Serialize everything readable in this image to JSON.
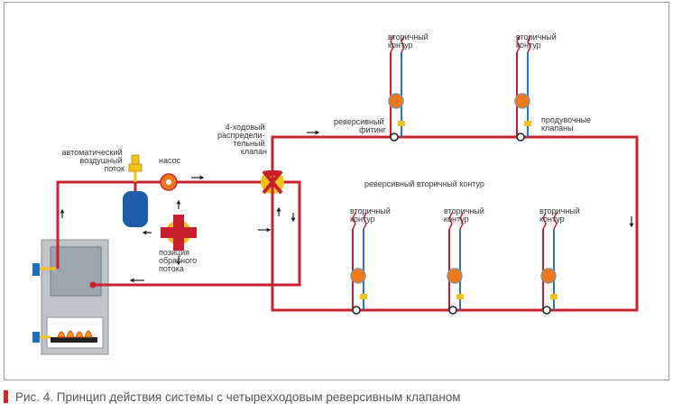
{
  "colors": {
    "supply_pipe": "#c8202f",
    "return_pipe": "#2c73bd",
    "boiler_body": "#c0c4c9",
    "boiler_tank": "#9fa5ac",
    "expansion_tank": "#1e5ba8",
    "pump_body": "#ef7a1b",
    "valve_yellow": "#f2c21b",
    "arrow": "#222222",
    "caption_marker": "#d6212e"
  },
  "labels": {
    "air_vent": [
      "автоматический",
      "воздушный",
      "поток"
    ],
    "pump": "насос",
    "valve": [
      "4-ходовый",
      "распредели-",
      "тельный",
      "клапан"
    ],
    "reverse_flow_position": [
      "позиция",
      "обратного",
      "потока"
    ],
    "reverse_fitting": [
      "реверсивный",
      "фитинг"
    ],
    "purge_valves": [
      "продувочные",
      "клапаны"
    ],
    "reverse_secondary_loop": "реверсивный вторичный контур",
    "secondary_loop": [
      "вторичный",
      "контур"
    ]
  },
  "icons": {
    "boiler": "boiler-icon",
    "pump": "pump-icon",
    "expansion_tank": "expansion-tank-icon",
    "four_way_valve": "four-way-valve-icon",
    "radiator": "radiator-coil-icon",
    "flame": "flame-icon"
  },
  "caption": "Рис. 4. Принцип действия системы с четырехходовым реверсивным клапаном"
}
